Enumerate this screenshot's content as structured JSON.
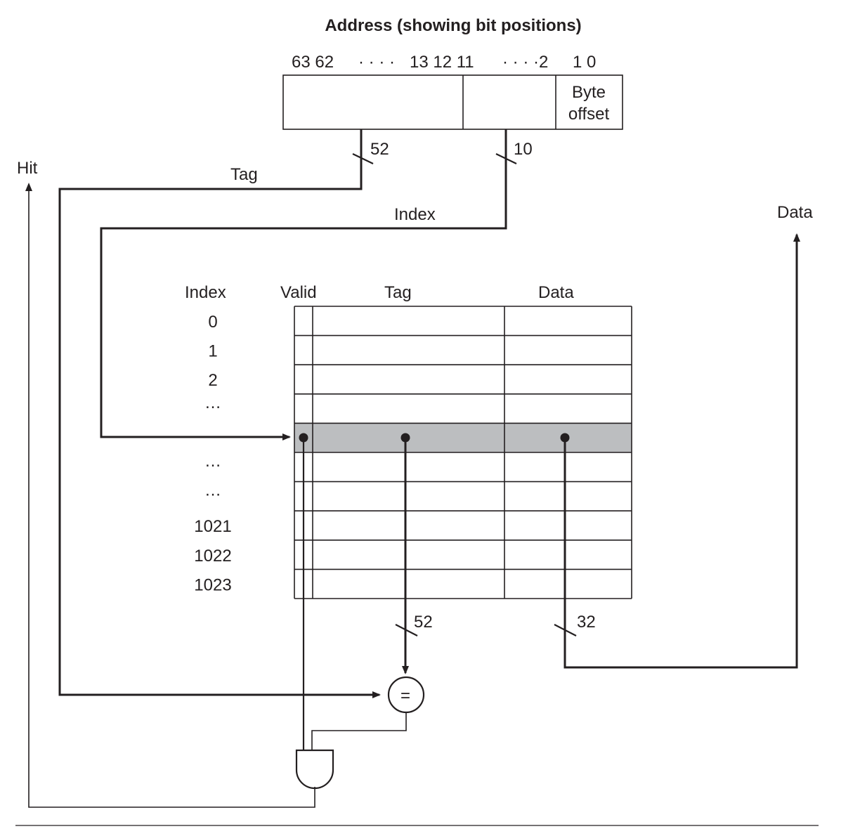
{
  "title": "Address (showing bit positions)",
  "address": {
    "bit_labels": {
      "high": "63 62",
      "dots1": "· · · ·",
      "mid": "13 12 11",
      "dots2": "· · · ·2",
      "low": "1 0"
    },
    "fields": [
      {
        "name": "tag",
        "label": ""
      },
      {
        "name": "index",
        "label": ""
      },
      {
        "name": "byte-offset",
        "label_line1": "Byte",
        "label_line2": "offset"
      }
    ]
  },
  "buses": {
    "tag_width": "52",
    "index_width": "10",
    "tag_compare_width": "52",
    "data_width": "32"
  },
  "signals": {
    "hit": "Hit",
    "tag": "Tag",
    "index": "Index",
    "data_out": "Data"
  },
  "table": {
    "headers": {
      "index": "Index",
      "valid": "Valid",
      "tag": "Tag",
      "data": "Data"
    },
    "row_labels": [
      "0",
      "1",
      "2",
      "…",
      "",
      "…",
      "…",
      "1021",
      "1022",
      "1023"
    ],
    "selected_row": 4,
    "colors": {
      "selected_fill": "#bcbec0",
      "line": "#231f20"
    }
  },
  "comparator": {
    "symbol": "="
  }
}
